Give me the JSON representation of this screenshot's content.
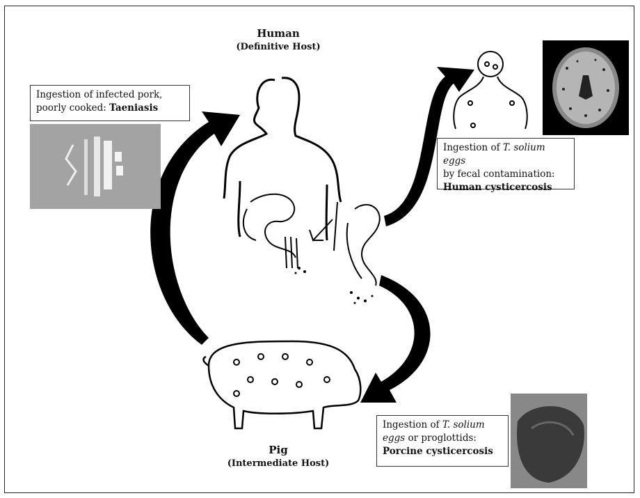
{
  "human": {
    "title": "Human",
    "subtitle": "(Definitive Host)"
  },
  "pig": {
    "title": "Pig",
    "subtitle": "(Intermediate Host)"
  },
  "labels": {
    "taeniasis": {
      "line1": "Ingestion of infected pork,",
      "line2": "poorly cooked: ",
      "line2_bold": "Taeniasis"
    },
    "human_cysticercosis": {
      "line1_pre": "Ingestion of ",
      "line1_italic": "T. solium",
      "line1_post_italic": " eggs",
      "line2": "by fecal contamination:",
      "line3_bold": "Human cysticercosis"
    },
    "porcine_cysticercosis": {
      "line1_pre": "Ingestion of ",
      "line1_italic": "T. solium",
      "line2_italic": "eggs",
      "line2_post": " or proglottids:",
      "line3_bold": "Porcine cysticercosis"
    }
  },
  "images": {
    "tapeworm_photo": "tapeworm-segments-photo",
    "brain_mri": "brain-mri-scan",
    "pork_photo": "infected-pork-photo"
  }
}
